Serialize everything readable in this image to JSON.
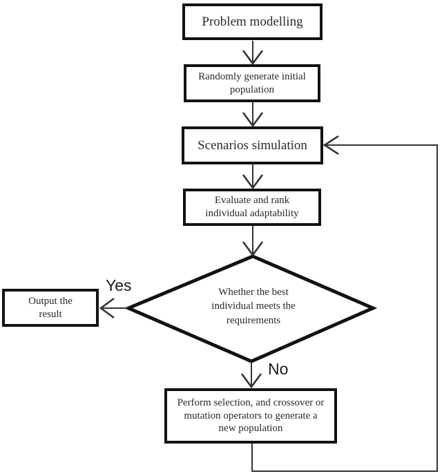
{
  "nodes": {
    "problem": {
      "label": "Problem modelling"
    },
    "generate": {
      "label": "Randomly generate initial\npopulation"
    },
    "simulate": {
      "label": "Scenarios simulation"
    },
    "evaluate": {
      "label": "Evaluate and rank\nindividual adaptability"
    },
    "decision": {
      "label": "Whether the best\nindividual meets the\nrequirements"
    },
    "output": {
      "label": "Output the\nresult"
    },
    "perform": {
      "label": "Perform selection, and crossover or\nmutation operators to generate a\nnew population"
    }
  },
  "edge_labels": {
    "yes": "Yes",
    "no": "No"
  },
  "colors": {
    "box_border": "#121212",
    "diamond_stroke": "#121212",
    "arrow_line": "#333333",
    "background": "#ffffff",
    "text": "#2a2a2a"
  }
}
